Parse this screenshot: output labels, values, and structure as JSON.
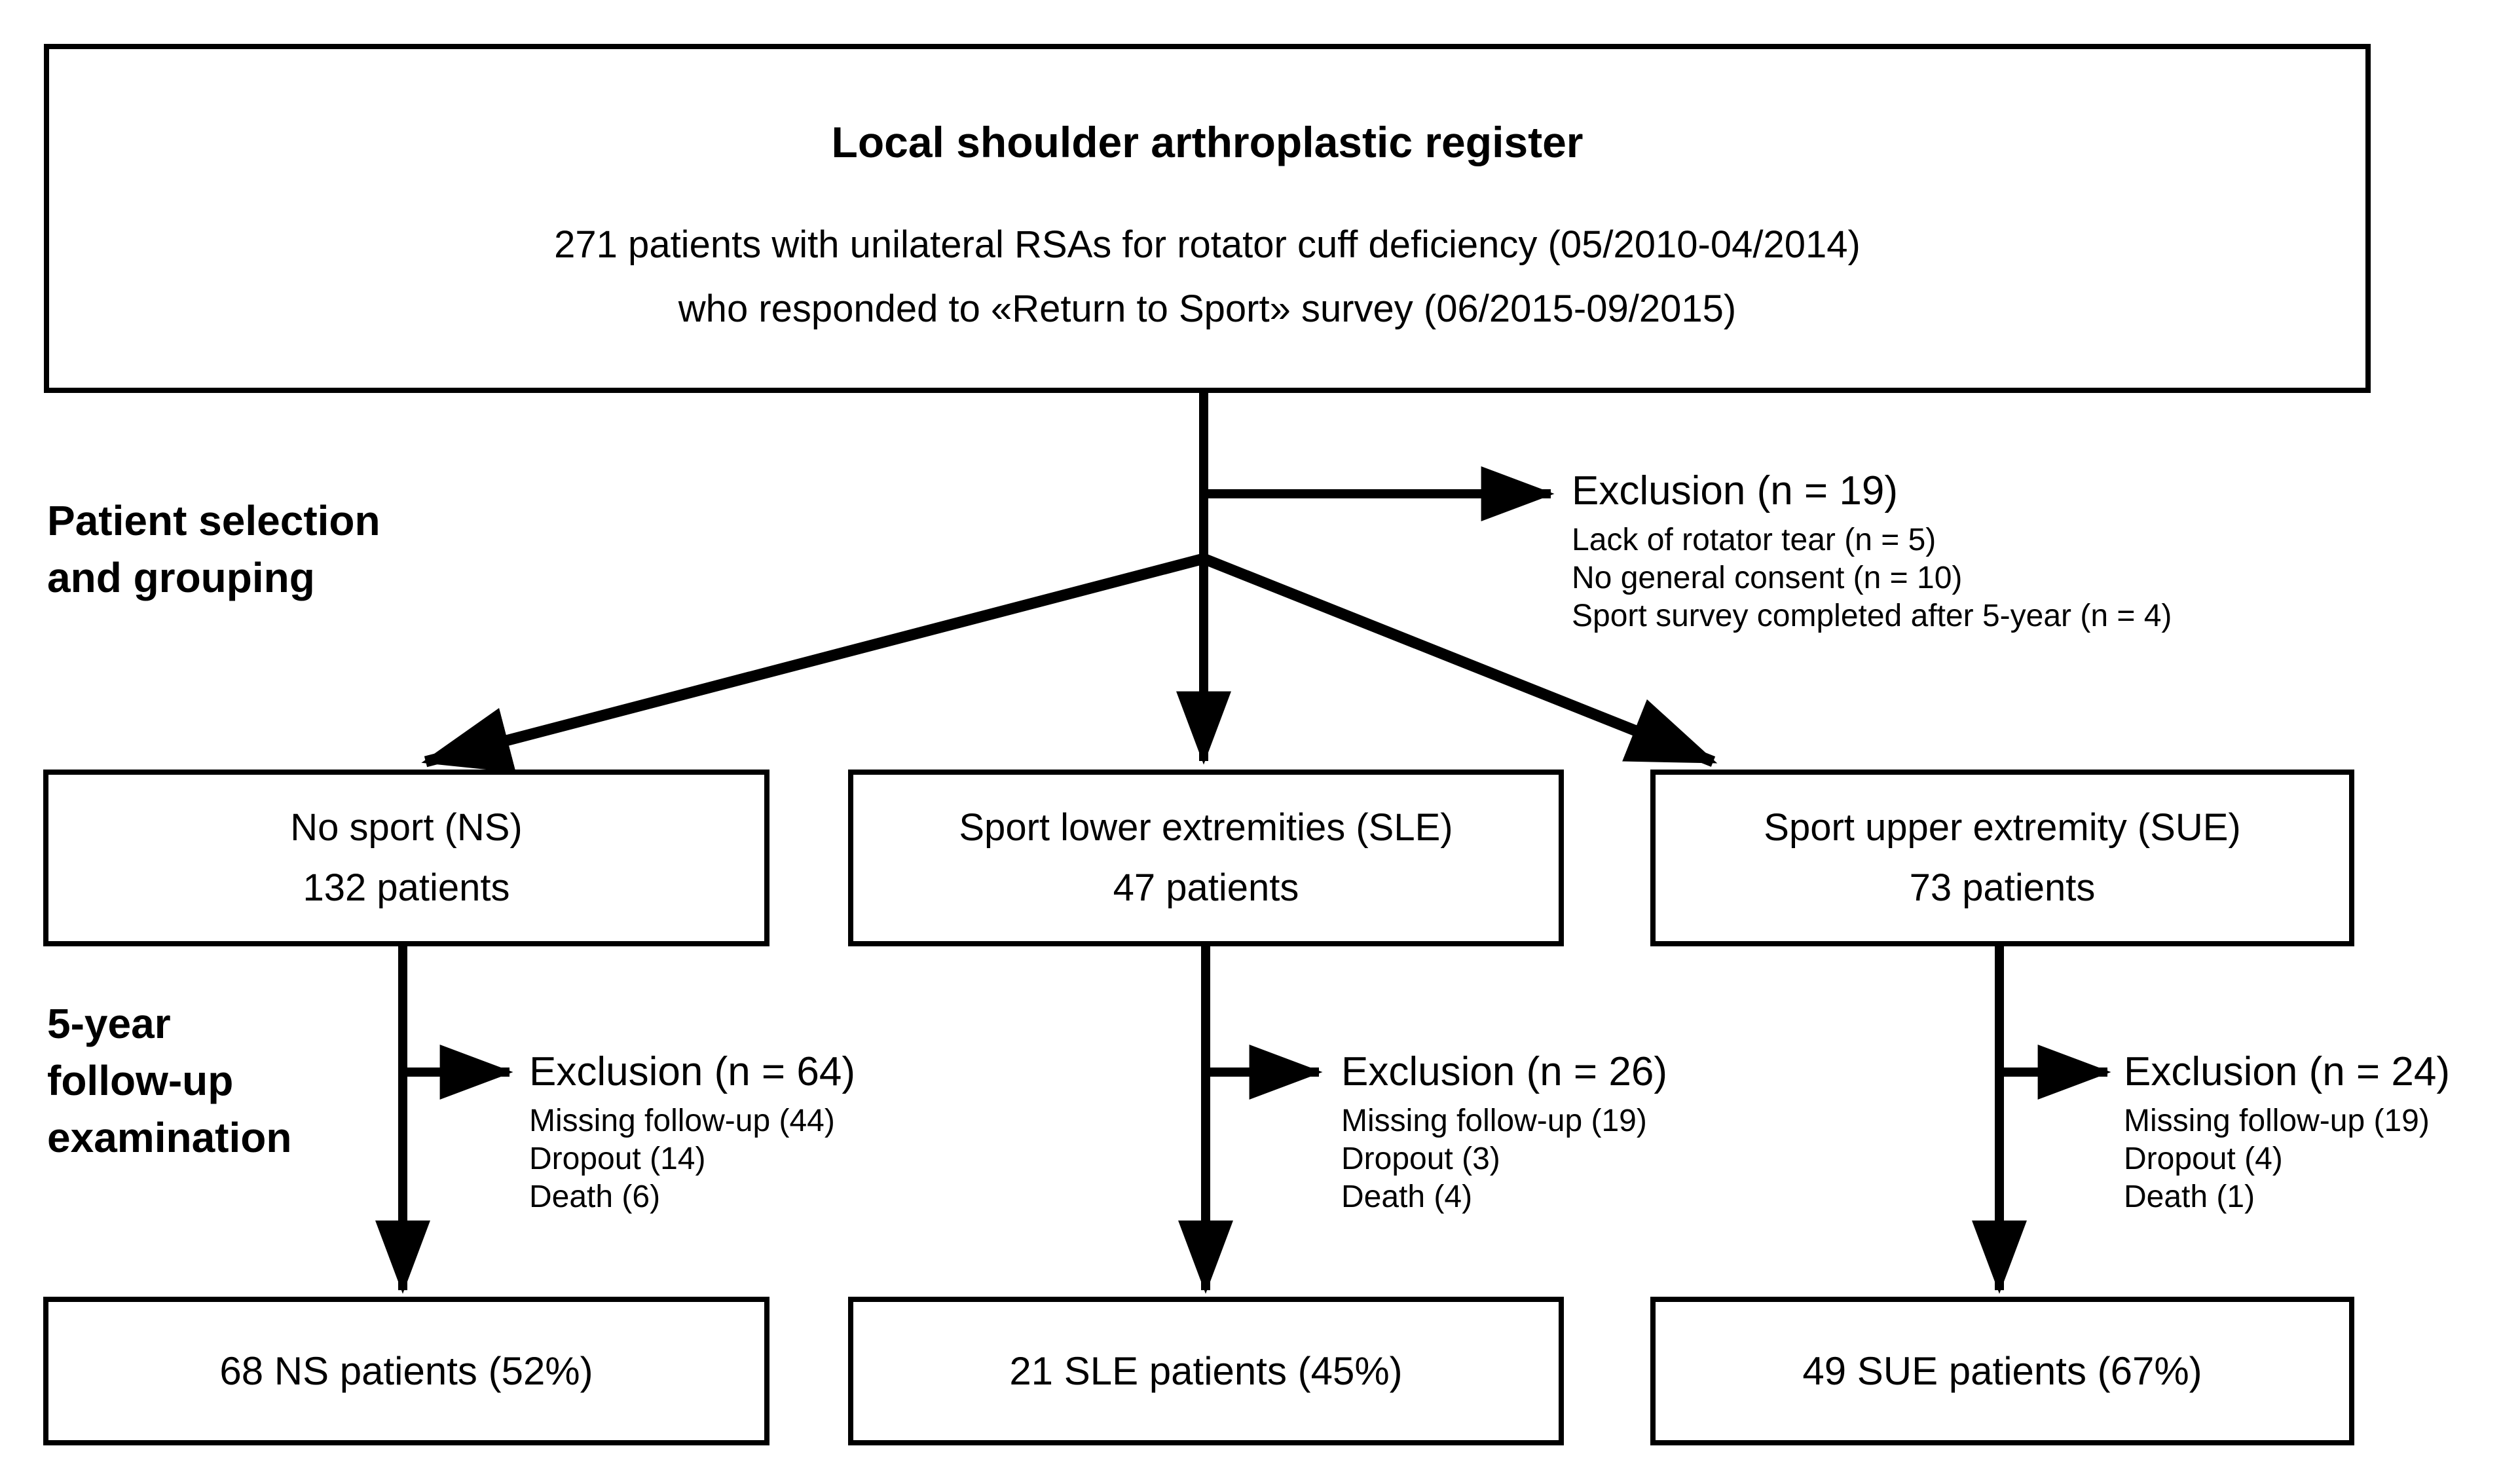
{
  "register_box": {
    "title": "Local shoulder arthroplastic register",
    "line1": "271 patients with unilateral RSAs for rotator cuff deficiency (05/2010-04/2014)",
    "line2": "who responded to «Return to Sport» survey (06/2015-09/2015)"
  },
  "labels": {
    "selection": {
      "line1": "Patient selection",
      "line2": "and grouping"
    },
    "followup": {
      "line1": "5-year",
      "line2": "follow-up",
      "line3": "examination"
    }
  },
  "exclusion_top": {
    "title": "Exclusion (n = 19)",
    "items": [
      "Lack of rotator tear (n = 5)",
      "No general consent (n = 10)",
      "Sport survey completed after 5-year (n = 4)"
    ]
  },
  "groups": [
    {
      "name": "No sport (NS)",
      "count": "132 patients",
      "exclusion": {
        "title": "Exclusion (n = 64)",
        "items": [
          "Missing follow-up (44)",
          "Dropout (14)",
          "Death (6)"
        ]
      },
      "result": "68 NS patients (52%)"
    },
    {
      "name": "Sport lower extremities (SLE)",
      "count": "47 patients",
      "exclusion": {
        "title": "Exclusion (n = 26)",
        "items": [
          "Missing follow-up (19)",
          "Dropout (3)",
          "Death (4)"
        ]
      },
      "result": "21 SLE patients (45%)"
    },
    {
      "name": "Sport upper extremity (SUE)",
      "count": "73 patients",
      "exclusion": {
        "title": "Exclusion (n = 24)",
        "items": [
          "Missing follow-up (19)",
          "Dropout (4)",
          "Death (1)"
        ]
      },
      "result": "49 SUE patients (67%)"
    }
  ],
  "colors": {
    "ink": "#000000",
    "background": "#ffffff"
  }
}
